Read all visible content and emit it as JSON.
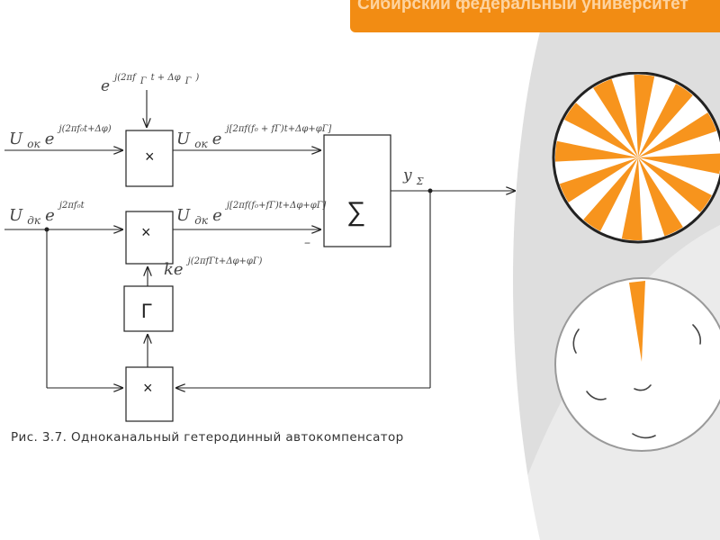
{
  "header": {
    "title": "Сибирский федеральный университет",
    "color": "#f28c13"
  },
  "caption": "Рис. 3.7. Одноканальный гетеродинный автокомпенсатор",
  "diagram": {
    "blocks": {
      "mult": "×",
      "sum": "∑",
      "heterodyne": "Γ"
    },
    "labels": {
      "het_signal": "e",
      "het_signal_exp": "j(2πf",
      "het_signal_exp2": "t + Δφ",
      "het_signal_exp3": ")",
      "main_in": "U",
      "main_in_sub": "ок",
      "main_in_e": "e",
      "main_in_exp": "j(2πf₀t+Δφ)",
      "main_mix": "U",
      "main_mix_sub": "ок",
      "main_mix_e": "e",
      "main_mix_exp": "j[2πf(f₀ + fГ)t+Δφ+φГ]",
      "comp_in": "U",
      "comp_in_sub": "дк",
      "comp_in_e": "e",
      "comp_in_exp": "j2πf₀t",
      "comp_mix": "U",
      "comp_mix_sub": "дк",
      "comp_mix_e": "e",
      "comp_mix_exp": "j[2πf(f₀+fГ)t+Δφ+φГ]",
      "het_out": "ke",
      "het_out_exp": "j(2πfГt+Δφ+φГ)",
      "output": "y",
      "output_sub": "Σ",
      "minus": "–"
    }
  },
  "decor": {
    "accent": "#f7941d",
    "background": "#dcdcdc"
  }
}
